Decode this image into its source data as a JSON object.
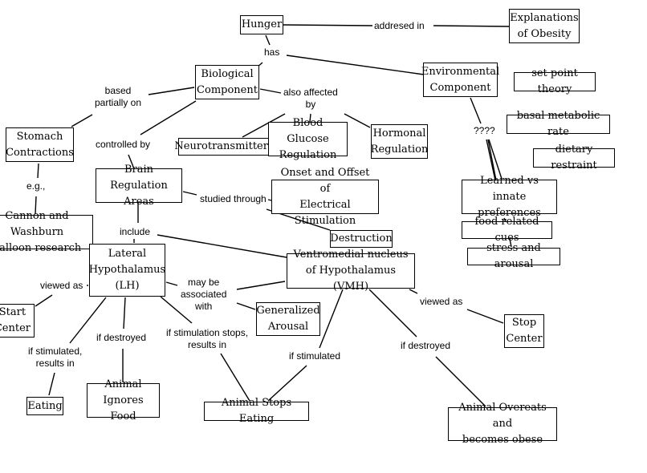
{
  "nodes": {
    "hunger": "Hunger",
    "explanations_obesity": "Explanations\nof Obesity",
    "biological_component": "Biological\nComponent",
    "environmental_component": "Environmental\nComponent",
    "set_point_theory": "set point theory",
    "basal_metabolic_rate": "basal metabolic rate",
    "dietary_restraint": "dietary restraint",
    "stomach_contractions": "Stomach\nContractions",
    "neurotransmitters": "Neurotransmitters",
    "blood_glucose_regulation": "Blood Glucose\nRegulation",
    "hormonal_regulation": "Hormonal\nRegulation",
    "brain_regulation_areas": "Brain Regulation\nAreas",
    "onset_offset_stimulation": "Onset and Offset of\nElectrical Stimulation",
    "destruction": "Destruction",
    "learned_vs_innate": "Learned vs innate\npreferences",
    "food_related_cues": "food related cues",
    "stress_and_arousal": "stress and arousal",
    "cannon_washburn": "Cannon and Washburn\nballoon research",
    "lateral_hypothalamus": "Lateral\nHypothalamus\n(LH)",
    "vmh": "Ventromedial nucleus\nof Hypothalamus (VMH)",
    "start_center": "Start\nCenter",
    "generalized_arousal": "Generalized\nArousal",
    "stop_center": "Stop\nCenter",
    "eating": "Eating",
    "animal_ignores_food": "Animal\nIgnores Food",
    "animal_stops_eating": "Animal Stops Eating",
    "animal_overeats": "Animal Overeats and\nbecomes obese"
  },
  "links": {
    "addresed_in": "addresed in",
    "has": "has",
    "based_partially_on": "based\npartially on",
    "also_affected_by": "also affected\nby",
    "controlled_by": "controlled by",
    "question_marks": "????",
    "eg": "e.g.,",
    "studied_through": "studied through",
    "include": "include",
    "viewed_as_lh": "viewed as",
    "may_be_associated_with": "may be\nassociated\nwith",
    "viewed_as_vmh": "viewed as",
    "if_stimulated_results_in": "if stimulated,\nresults in",
    "if_destroyed_lh": "if destroyed",
    "if_stimulation_stops": "if stimulation stops,\nresults in",
    "if_stimulated_vmh": "if stimulated",
    "if_destroyed_vmh": "if destroyed"
  }
}
